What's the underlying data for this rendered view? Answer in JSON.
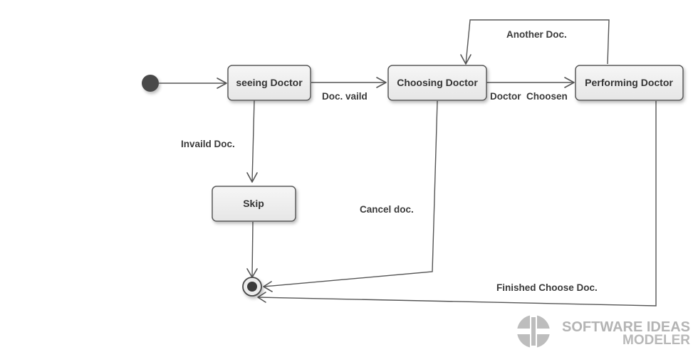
{
  "states": {
    "seeing": "seeing Doctor",
    "choosing": "Choosing Doctor",
    "performing": "Performing Doctor",
    "skip": "Skip"
  },
  "transitions": {
    "doc_valid": "Doc. vaild",
    "doctor_chosen": "Doctor  Choosen",
    "another_doc": "Another Doc.",
    "invalid_doc": "Invaild Doc.",
    "cancel_doc": "Cancel doc.",
    "finished_choose_doc": "Finished Choose Doc."
  },
  "watermark": {
    "line1": "SOFTWARE IDEAS",
    "line2": "MODELER"
  }
}
